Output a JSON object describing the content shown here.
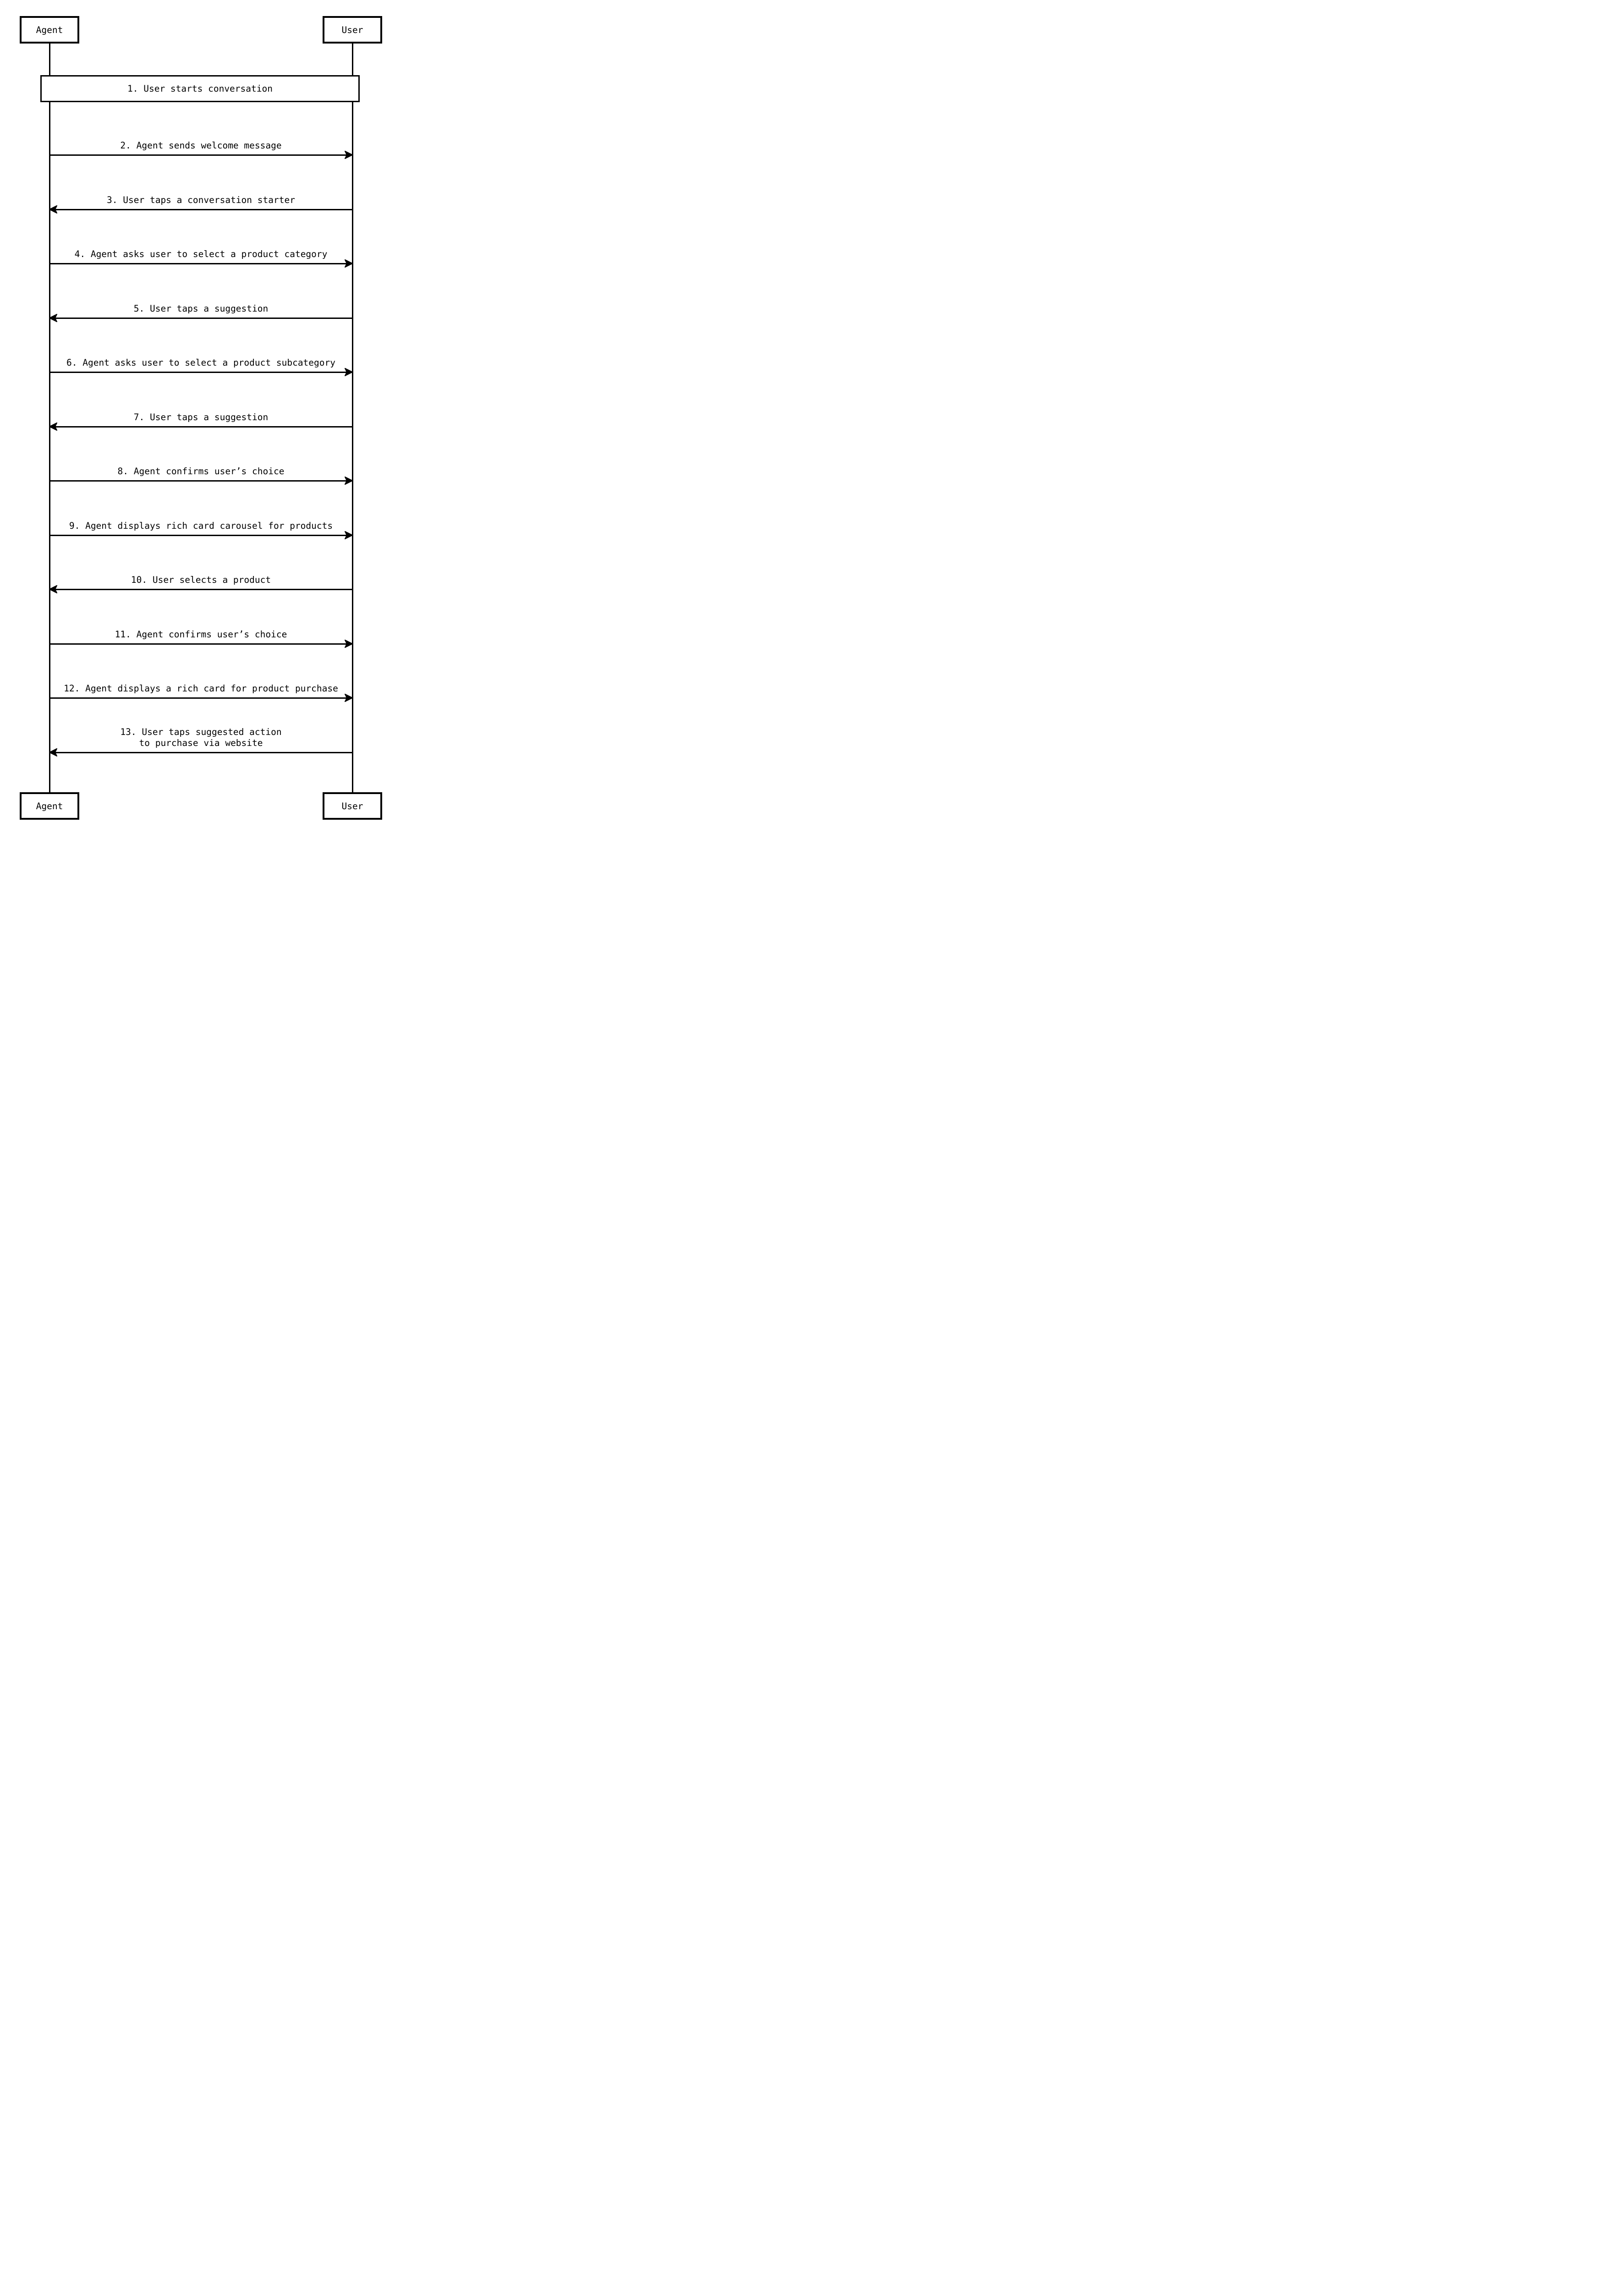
{
  "diagram": {
    "background": "#ffffff",
    "ink": "#000000",
    "actors": {
      "agent": "Agent",
      "user": "User"
    },
    "note": "1. User starts conversation",
    "messages": [
      {
        "n": 2,
        "from": "agent",
        "to": "user",
        "lines": [
          "2. Agent sends welcome message"
        ]
      },
      {
        "n": 3,
        "from": "user",
        "to": "agent",
        "lines": [
          "3. User taps a conversation starter"
        ]
      },
      {
        "n": 4,
        "from": "agent",
        "to": "user",
        "lines": [
          "4. Agent asks user to select a product category"
        ]
      },
      {
        "n": 5,
        "from": "user",
        "to": "agent",
        "lines": [
          "5. User taps a suggestion"
        ]
      },
      {
        "n": 6,
        "from": "agent",
        "to": "user",
        "lines": [
          "6. Agent asks user to select a product subcategory"
        ]
      },
      {
        "n": 7,
        "from": "user",
        "to": "agent",
        "lines": [
          "7. User taps a suggestion"
        ]
      },
      {
        "n": 8,
        "from": "agent",
        "to": "user",
        "lines": [
          "8. Agent confirms user’s choice"
        ]
      },
      {
        "n": 9,
        "from": "agent",
        "to": "user",
        "lines": [
          "9. Agent displays rich card carousel for products"
        ]
      },
      {
        "n": 10,
        "from": "user",
        "to": "agent",
        "lines": [
          "10. User selects a product"
        ]
      },
      {
        "n": 11,
        "from": "agent",
        "to": "user",
        "lines": [
          "11. Agent confirms user’s choice"
        ]
      },
      {
        "n": 12,
        "from": "agent",
        "to": "user",
        "lines": [
          "12. Agent displays a rich card for product purchase"
        ]
      },
      {
        "n": 13,
        "from": "user",
        "to": "agent",
        "lines": [
          "13. User taps suggested action",
          "to purchase via website"
        ]
      }
    ]
  }
}
